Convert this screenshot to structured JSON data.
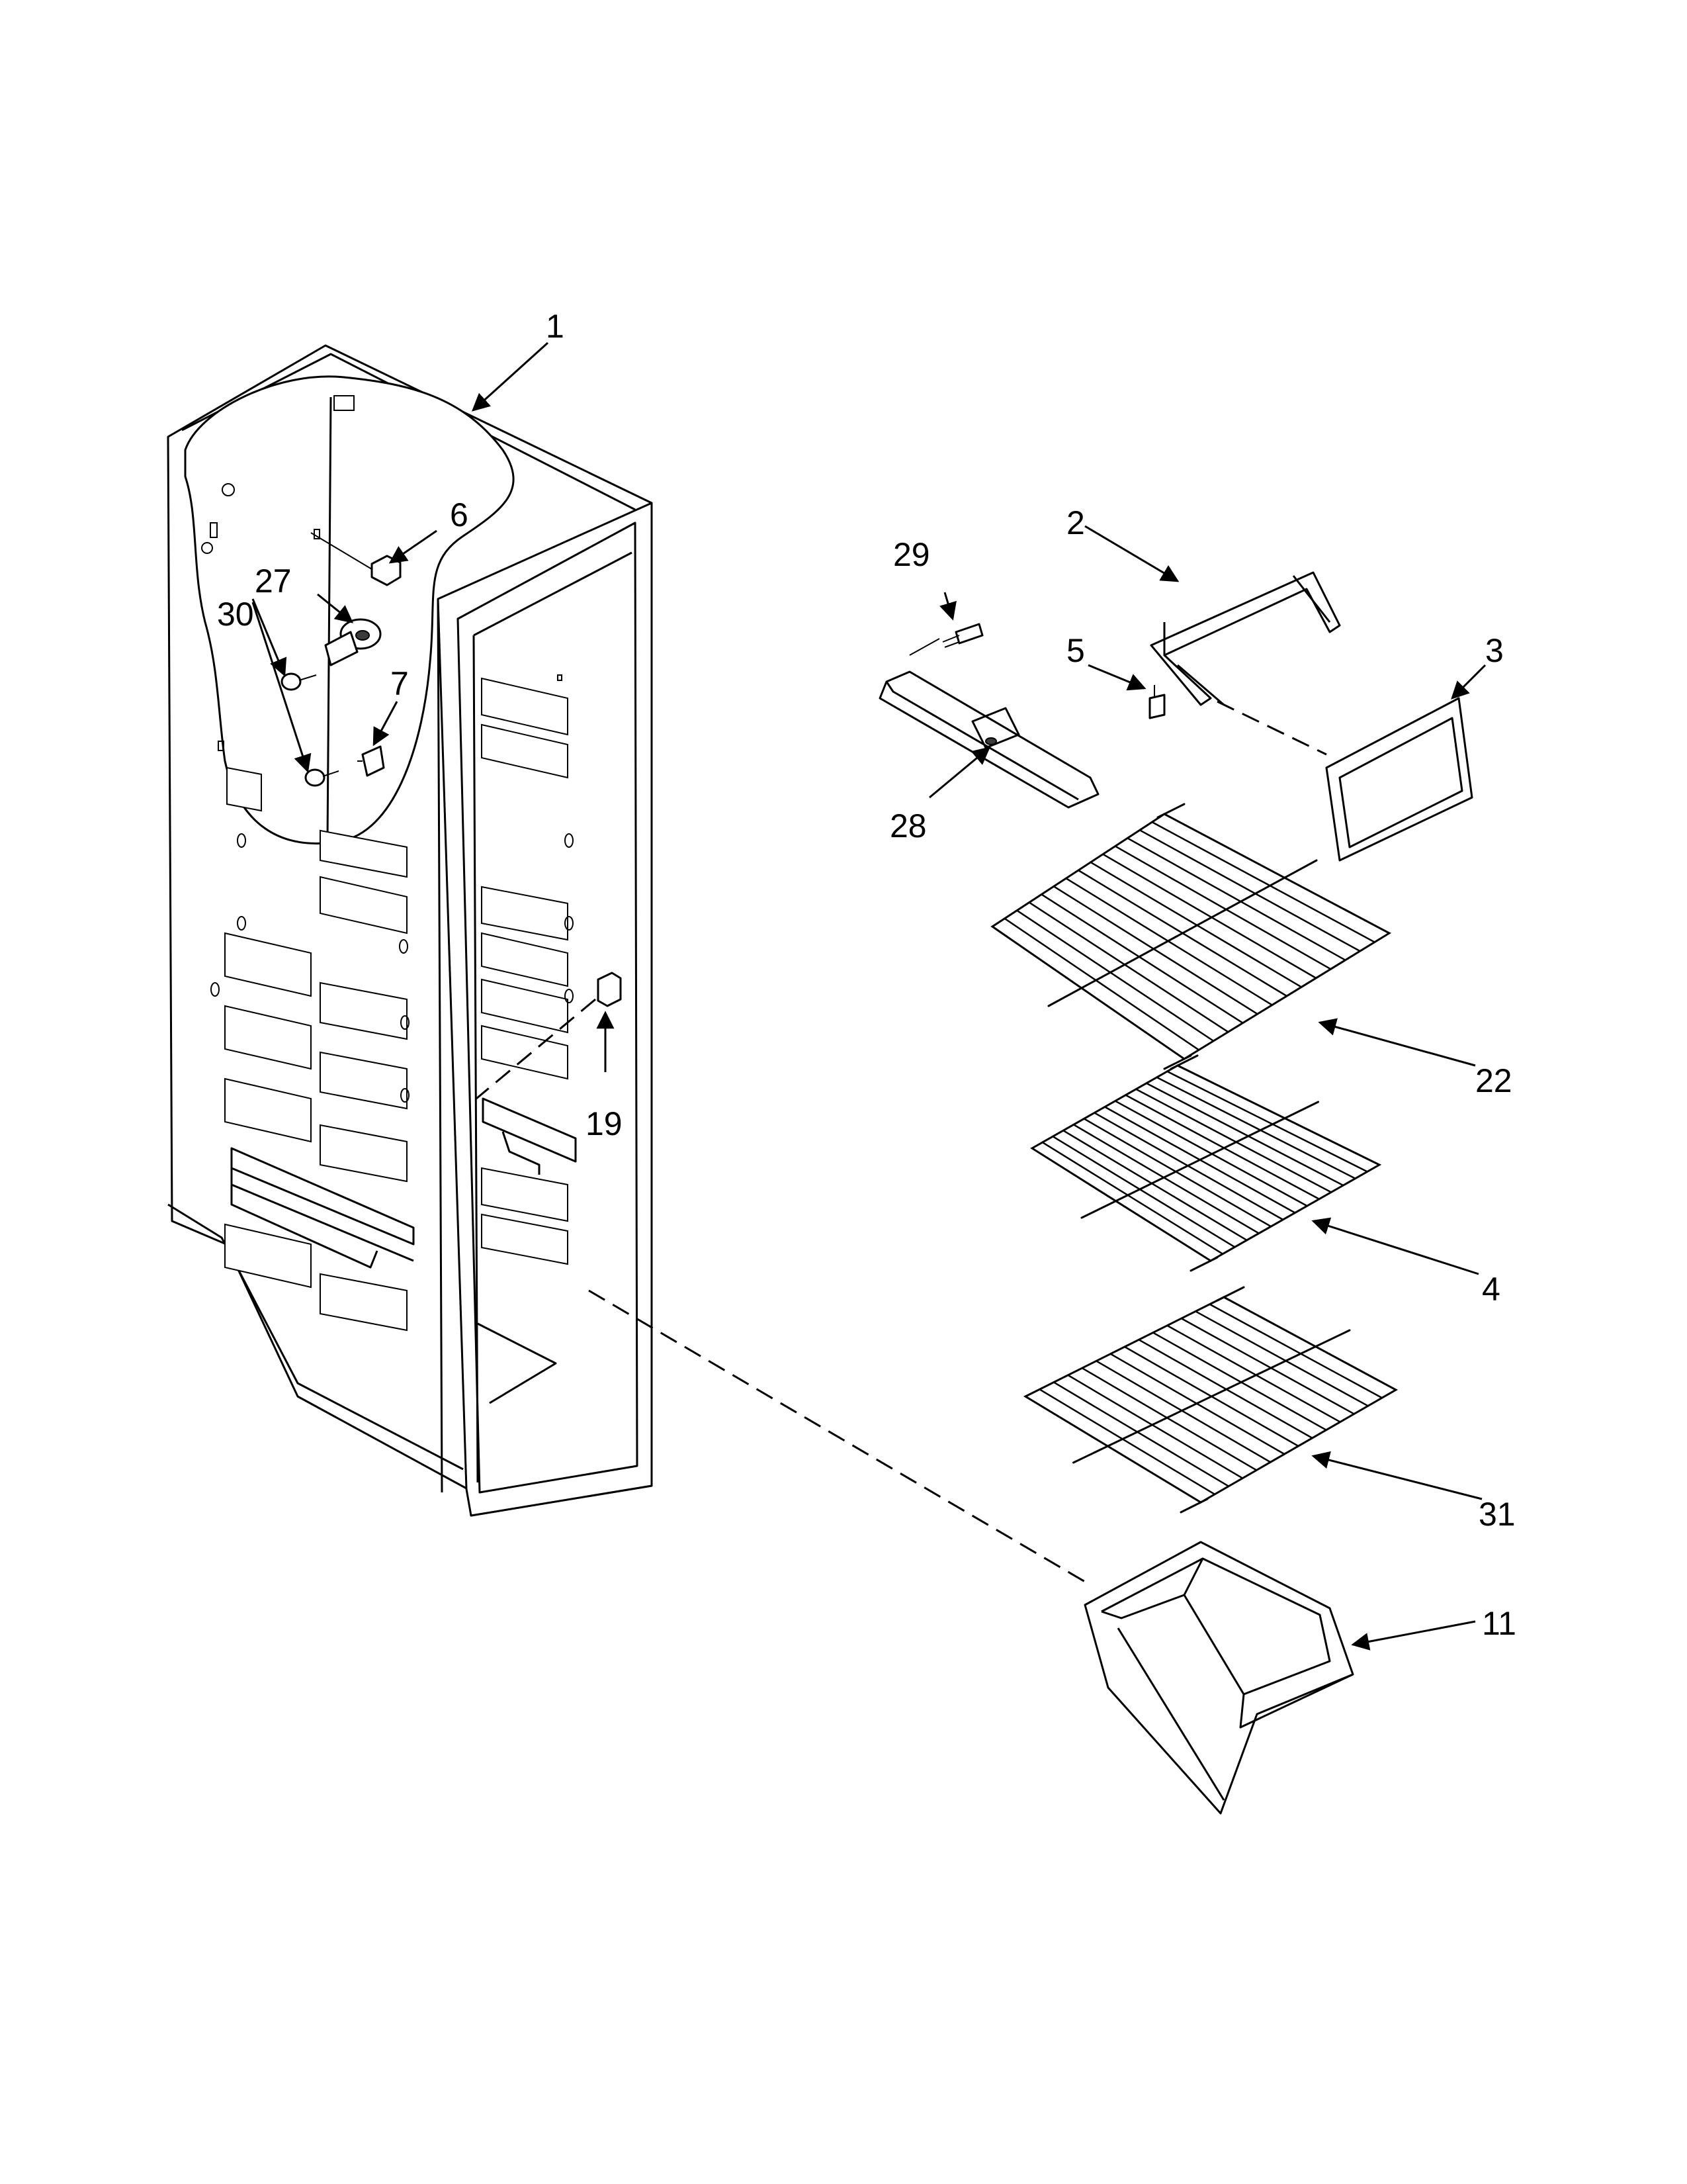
{
  "diagram": {
    "callouts": {
      "c1": "1",
      "c2": "2",
      "c3": "3",
      "c4": "4",
      "c5": "5",
      "c6": "6",
      "c7": "7",
      "c11": "11",
      "c19": "19",
      "c22": "22",
      "c27": "27",
      "c28": "28",
      "c29": "29",
      "c30": "30",
      "c31": "31"
    }
  }
}
